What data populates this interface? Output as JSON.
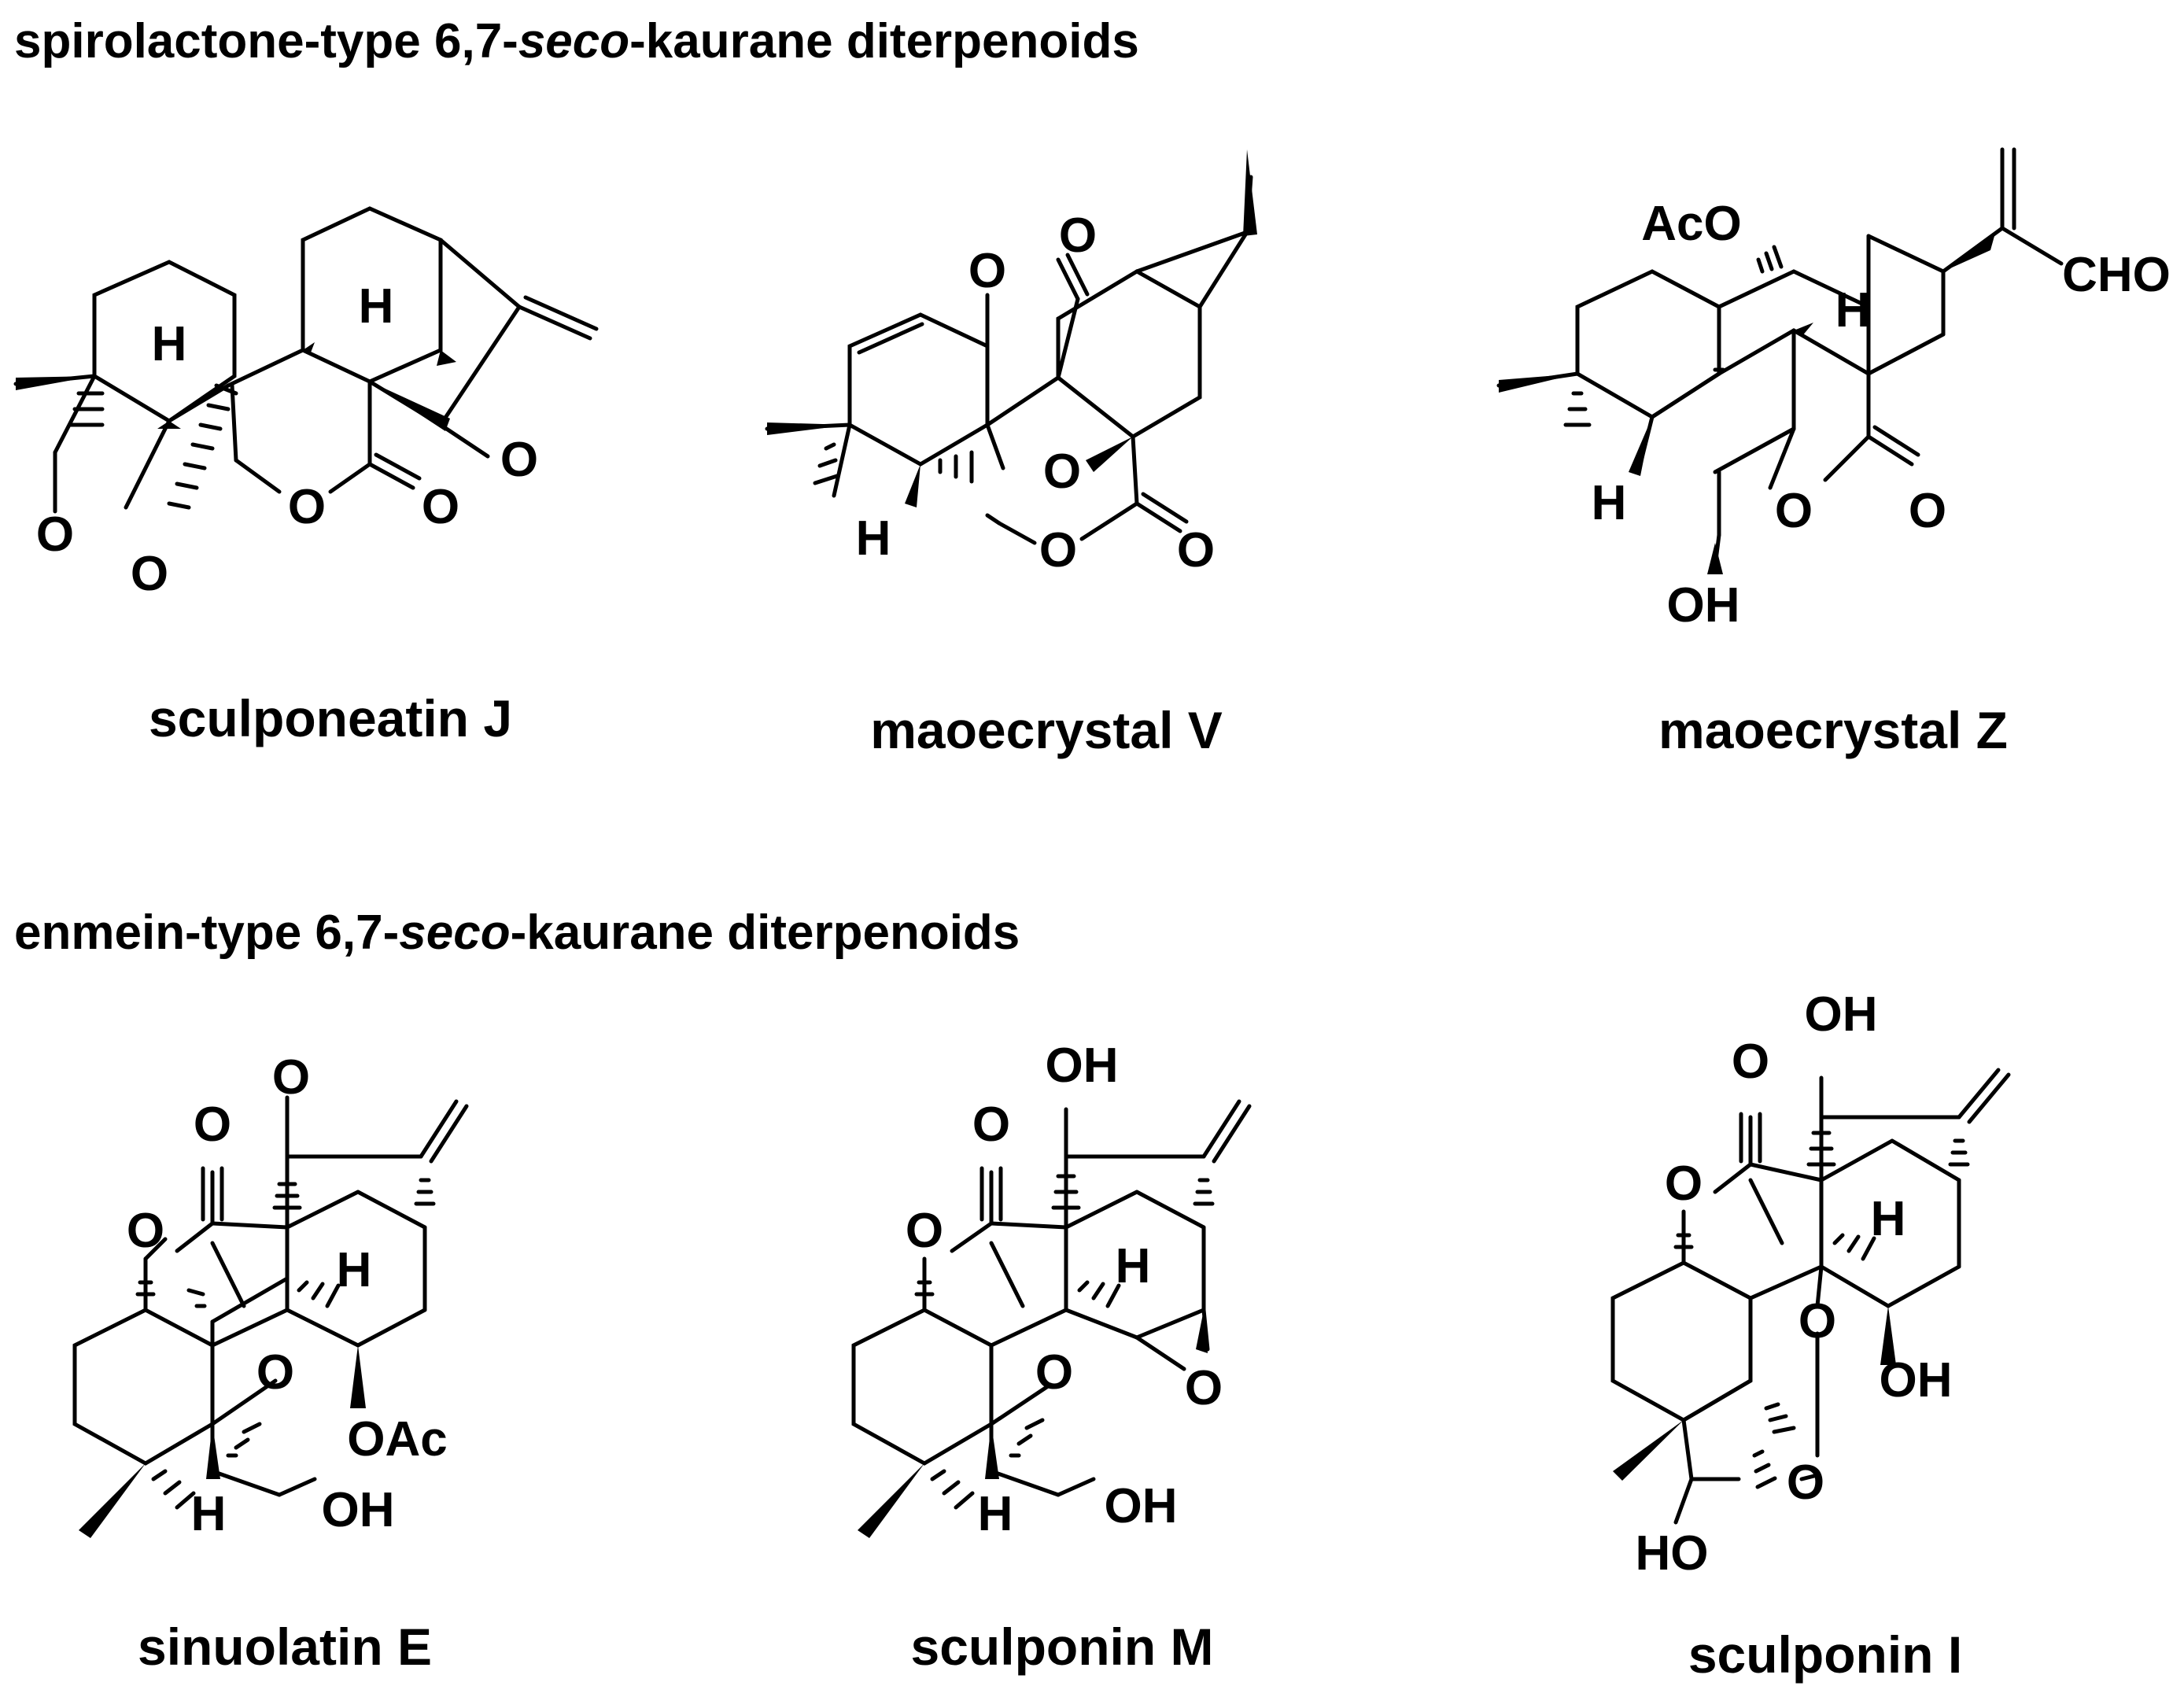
{
  "sections": [
    {
      "prefix": "spirolactone-type 6,7-",
      "italic": "seco",
      "suffix": "-kaurane diterpenoids"
    },
    {
      "prefix": "enmein-type 6,7-",
      "italic": "seco",
      "suffix": "-kaurane diterpenoids"
    }
  ],
  "compounds": [
    {
      "name": "sculponeatin J",
      "atoms": {
        "a1": "H",
        "a2": "H",
        "a3": "O",
        "a4": "O",
        "a5": "O",
        "a6": "O",
        "a7": "O"
      }
    },
    {
      "name": "maoecrystal V",
      "atoms": {
        "a1": "O",
        "a2": "O",
        "a3": "O",
        "a4": "O",
        "a5": "O",
        "a6": "H"
      }
    },
    {
      "name": "maoecrystal Z",
      "atoms": {
        "a1": "AcO",
        "a2": "CHO",
        "a3": "H",
        "a4": "H",
        "a5": "O",
        "a6": "O",
        "a7": "OH"
      }
    },
    {
      "name": "sinuolatin E",
      "atoms": {
        "a1": "O",
        "a2": "O",
        "a3": "O",
        "a4": "H",
        "a5": "O",
        "a6": "OAc",
        "a7": "OH",
        "a8": "H"
      }
    },
    {
      "name": "sculponin M",
      "atoms": {
        "a1": "OH",
        "a2": "O",
        "a3": "O",
        "a4": "H",
        "a5": "O",
        "a6": "O",
        "a7": "OH",
        "a8": "H"
      }
    },
    {
      "name": "sculponin I",
      "atoms": {
        "a1": "OH",
        "a2": "O",
        "a3": "O",
        "a4": "H",
        "a5": "O",
        "a6": "OH",
        "a7": "O",
        "a8": "HO"
      }
    }
  ]
}
